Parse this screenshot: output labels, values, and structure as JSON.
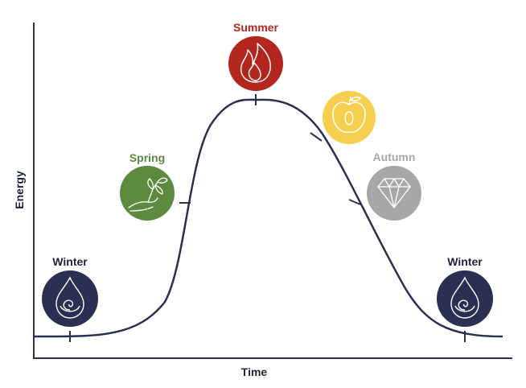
{
  "axes": {
    "xlabel": "Time",
    "ylabel": "Energy"
  },
  "seasons": [
    {
      "label": "Winter",
      "icon": "water-drop-spiral-icon",
      "color": "#2b2f52",
      "label_color": "#1f2340"
    },
    {
      "label": "Spring",
      "icon": "sprouting-hand-icon",
      "color": "#5e8a3f",
      "label_color": "#5e8a3f"
    },
    {
      "label": "Summer",
      "icon": "flame-icon",
      "color": "#b3261e",
      "label_color": "#b3261e"
    },
    {
      "label": "",
      "icon": "apple-core-icon",
      "color": "#f5cf4d",
      "label_color": "#f5cf4d"
    },
    {
      "label": "Autumn",
      "icon": "diamond-icon",
      "color": "#a7a7a7",
      "label_color": "#a7a7a7"
    },
    {
      "label": "Winter",
      "icon": "water-drop-spiral-icon",
      "color": "#2b2f52",
      "label_color": "#1f2340"
    }
  ],
  "colors": {
    "curve": "#2b2f52",
    "axis": "#2b2f52",
    "text": "#1f2340"
  }
}
